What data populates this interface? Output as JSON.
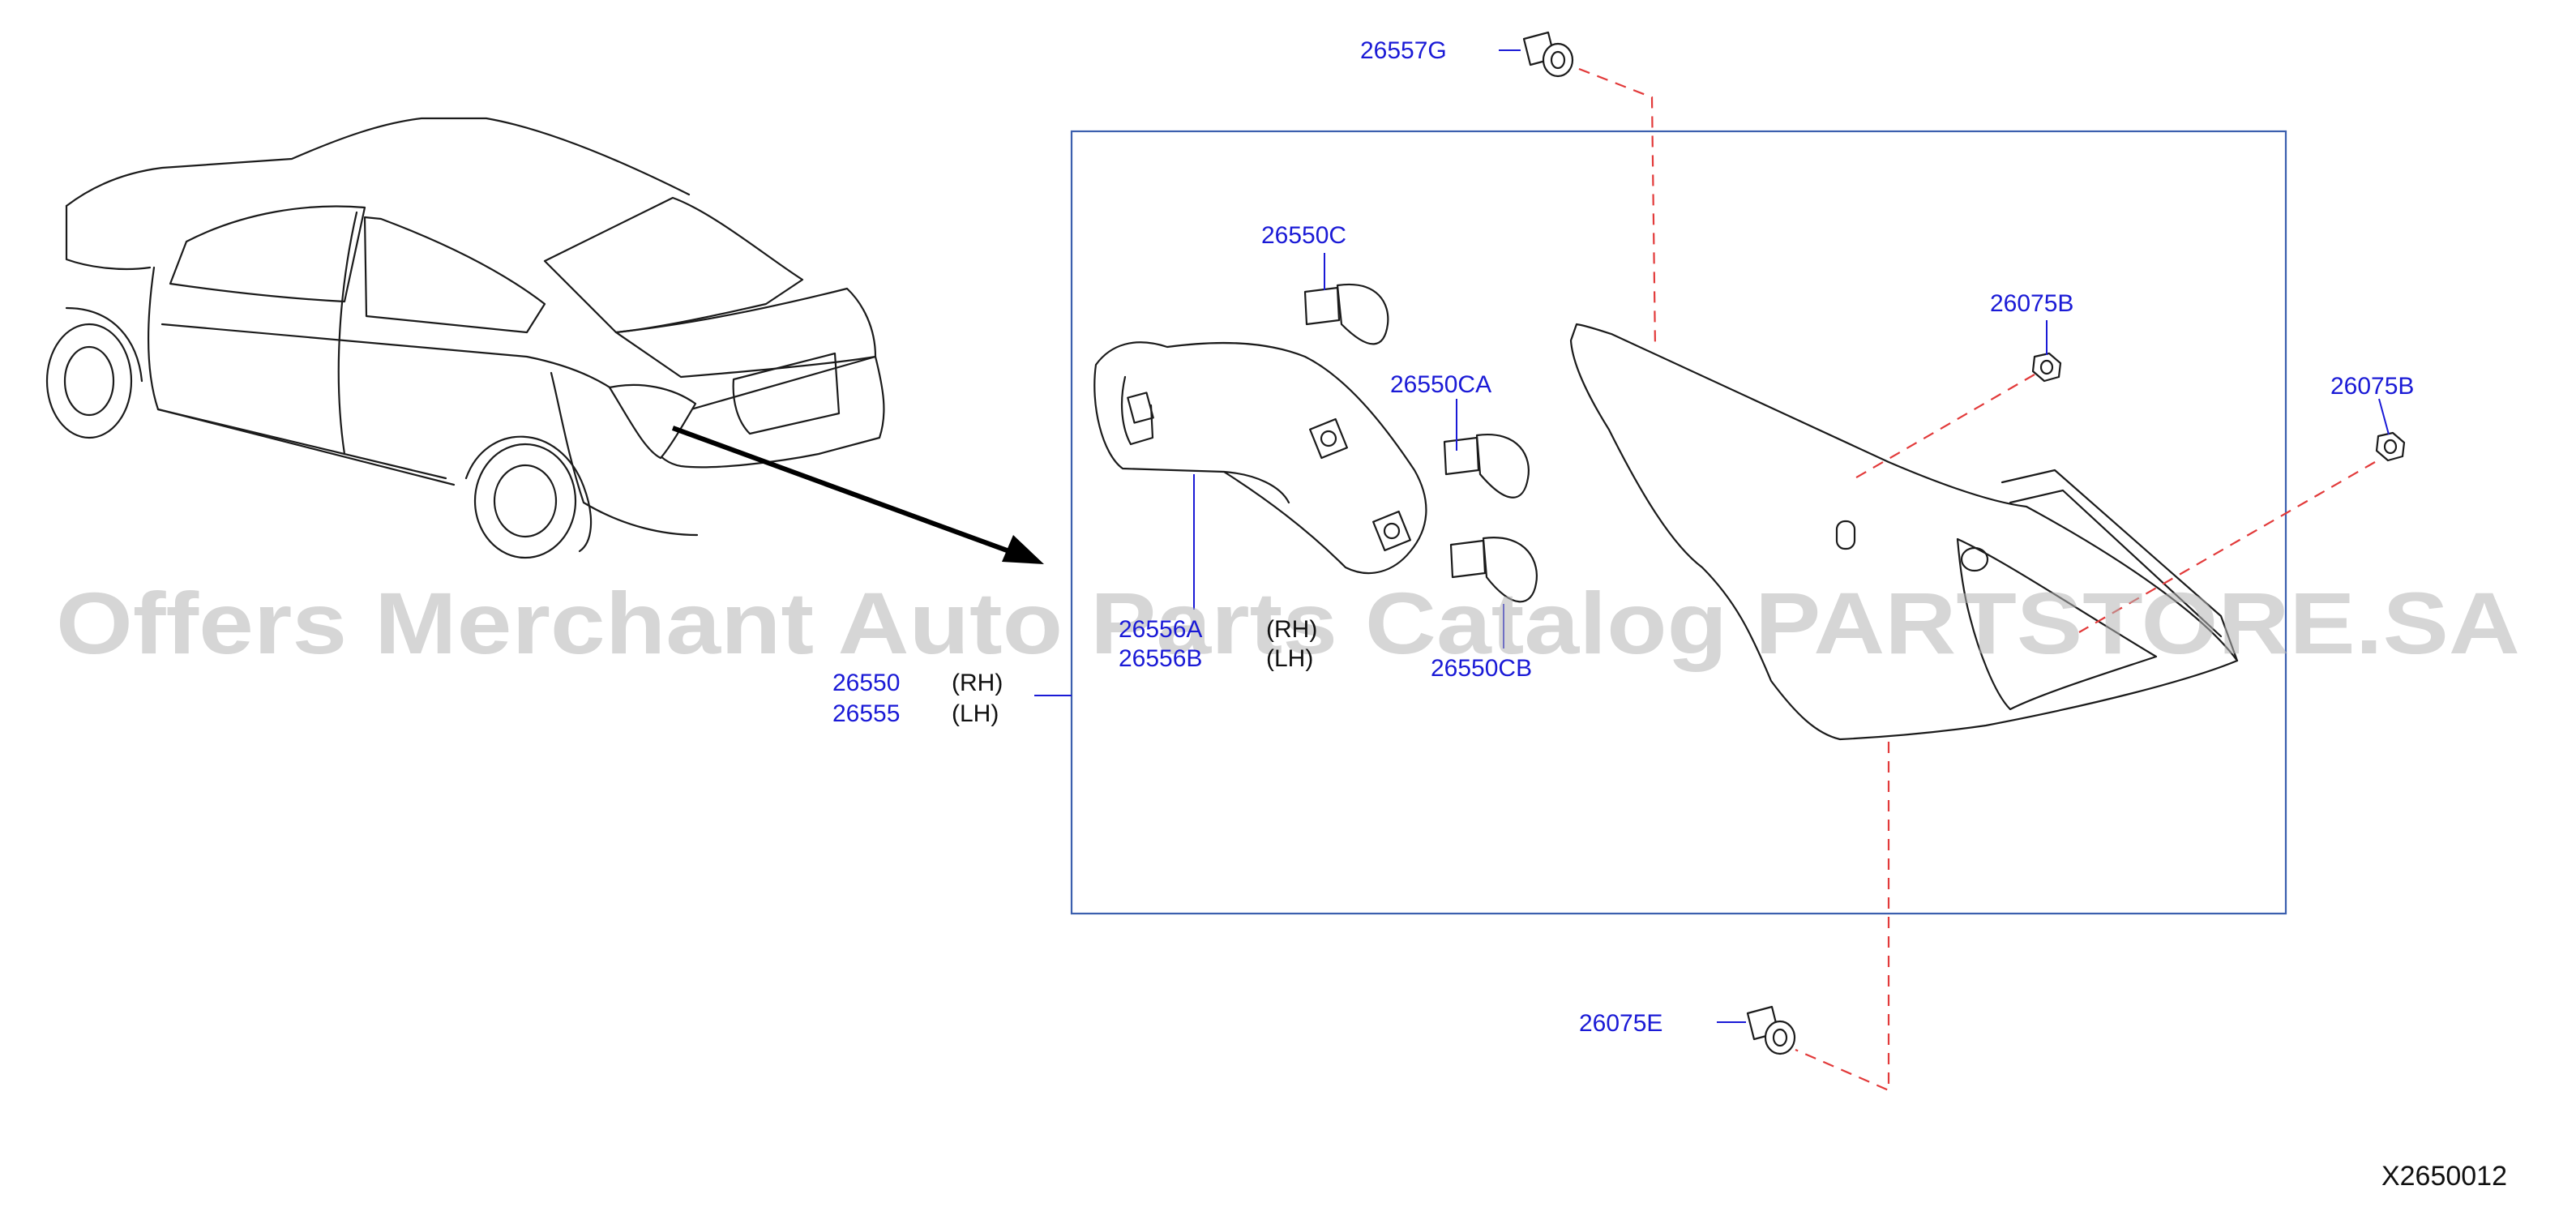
{
  "diagram": {
    "reference_code": "X2650012",
    "watermark": "Offers Merchant Auto Parts Catalog PARTSTORE.SA",
    "colors": {
      "callout": "#1a1ad6",
      "dashed_leader": "#e23a3a",
      "assembly_box": "#3b5fae",
      "linework": "#1b1b1b"
    },
    "callouts": {
      "p26557g": "26557G",
      "p26550c": "26550C",
      "p26550ca": "26550CA",
      "p26550cb": "26550CB",
      "p26556a": "26556A",
      "p26556a_side": "(RH)",
      "p26556b": "26556B",
      "p26556b_side": "(LH)",
      "p26550": "26550",
      "p26550_side": "(RH)",
      "p26555": "26555",
      "p26555_side": "(LH)",
      "p26075b_upper": "26075B",
      "p26075b_right": "26075B",
      "p26075e": "26075E"
    }
  }
}
